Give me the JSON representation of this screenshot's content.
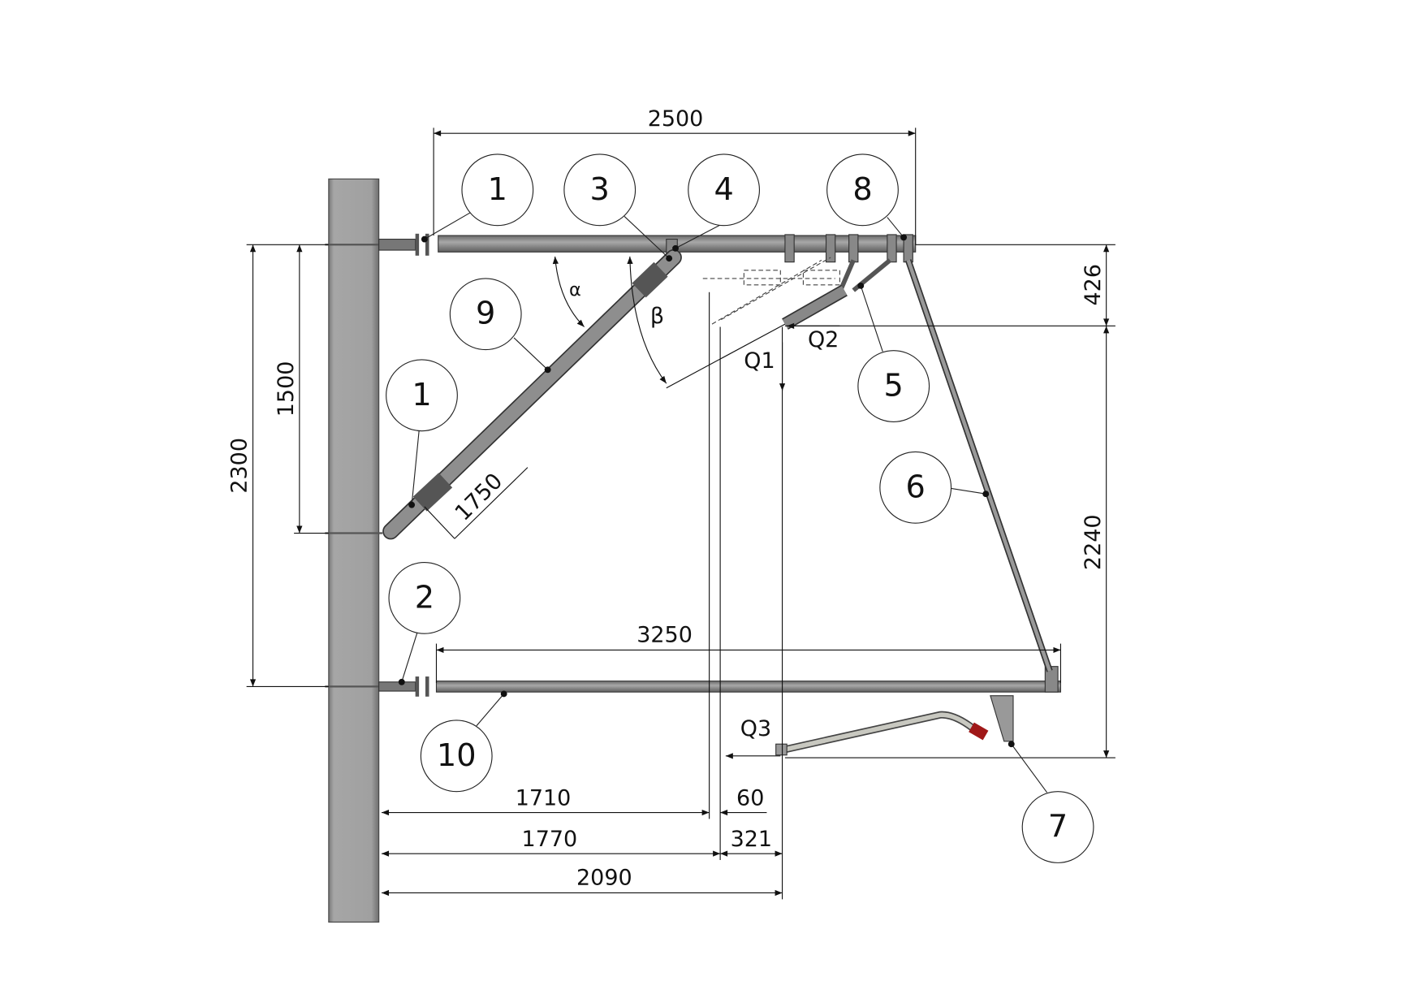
{
  "drawing": {
    "balloons": {
      "b1_top": "1",
      "b3": "3",
      "b4": "4",
      "b8": "8",
      "b9": "9",
      "b1_mid": "1",
      "b5": "5",
      "b6": "6",
      "b2": "2",
      "b10": "10",
      "b7": "7"
    },
    "dimensions": {
      "d2500": "2500",
      "d426": "426",
      "d2240": "2240",
      "d2300": "2300",
      "d1500": "1500",
      "d1750": "1750",
      "d3250": "3250",
      "d1710": "1710",
      "d60": "60",
      "d1770": "1770",
      "d321": "321",
      "d2090": "2090"
    },
    "loads": {
      "q1": "Q1",
      "q2": "Q2",
      "q3": "Q3"
    },
    "angles": {
      "alpha": "α",
      "beta": "β"
    },
    "colors": {
      "steel": "#8c8c8c",
      "spring": "#a01818"
    }
  }
}
